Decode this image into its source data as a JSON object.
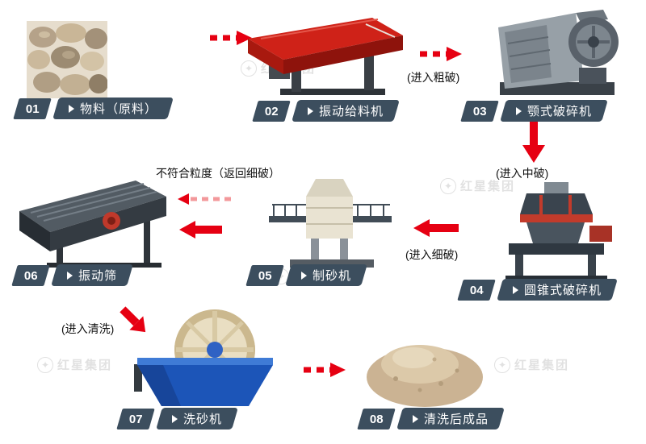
{
  "colors": {
    "arrow": "#e60012",
    "badge": "#3c4e5e",
    "annotation": "#111111"
  },
  "watermark": {
    "brand": "红星集团"
  },
  "nodes": [
    {
      "num": "01",
      "label": "物料（原料）"
    },
    {
      "num": "02",
      "label": "振动给料机"
    },
    {
      "num": "03",
      "label": "颚式破碎机"
    },
    {
      "num": "04",
      "label": "圆锥式破碎机"
    },
    {
      "num": "05",
      "label": "制砂机"
    },
    {
      "num": "06",
      "label": "振动筛"
    },
    {
      "num": "07",
      "label": "洗砂机"
    },
    {
      "num": "08",
      "label": "清洗后成品"
    }
  ],
  "annotations": {
    "coarse": "(进入粗破)",
    "medium": "(进入中破)",
    "fine": "(进入细破)",
    "return": "不符合粒度（返回细破）",
    "wash": "(进入清洗)"
  }
}
